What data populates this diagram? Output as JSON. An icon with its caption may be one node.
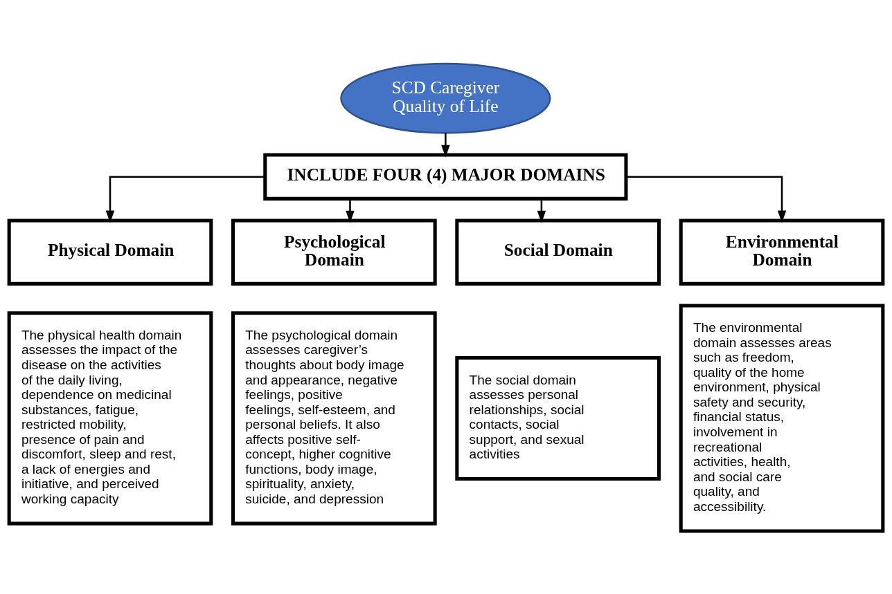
{
  "diagram": {
    "nodes": [
      {
        "text": [
          "SCD Caregiver Quality of Life"
        ]
      },
      {
        "text": [
          "INCLUDE FOUR (4) MAJOR DOMAINS"
        ]
      },
      {
        "text": [
          "Physical Domain"
        ]
      },
      {
        "text": [
          "Psychological Domain"
        ]
      },
      {
        "text": [
          "Social Domain"
        ]
      },
      {
        "text": [
          "Environmental Domain"
        ]
      },
      {
        "text": [
          "The physical health domain assesses the impact of the disease on the activities of the daily living, dependence on medicinal substances, fatigue, restricted mobility, presence of pain and discomfort, sleep and rest, a lack of energies and initiative, and perceived working capacity"
        ]
      },
      {
        "text": [
          "The psychological domain assesses caregiver’s thoughts about body image and appearance, negative feelings, positive feelings, self-esteem, and personal beliefs. It also affects positive self-concept, higher cognitive functions, body image, spirituality, anxiety, suicide, and depression"
        ]
      },
      {
        "text": [
          "The social domain assesses personal relationships, social contacts, social support, and sexual activities"
        ]
      },
      {
        "text": [
          "The environmental domain assesses areas such as freedom, quality of the home environment, physical safety and security, financial status, involvement in recreational activities, health, and social care quality, and accessibility."
        ]
      }
    ],
    "edges": [
      {
        "from": 0,
        "to": 1,
        "arrow": "to"
      },
      {
        "from": 1,
        "to": 2,
        "arrow": "to"
      },
      {
        "from": 1,
        "to": 3,
        "arrow": "to"
      },
      {
        "from": 1,
        "to": 4,
        "arrow": "to"
      },
      {
        "from": 1,
        "to": 5,
        "arrow": "to"
      }
    ]
  }
}
